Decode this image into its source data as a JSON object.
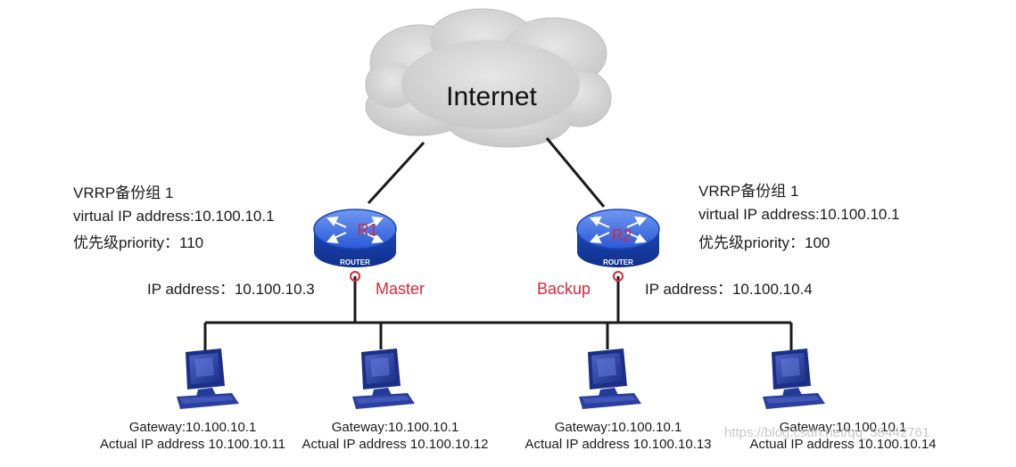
{
  "cloud": {
    "label": "Internet"
  },
  "routers": [
    {
      "name": "R1",
      "device_label": "ROUTER",
      "group": "VRRP备份组 1",
      "virtual_ip": "virtual IP address:10.100.10.1",
      "priority": "优先级priority：110",
      "ip": "IP address：10.100.10.3",
      "role": "Master"
    },
    {
      "name": "R2",
      "device_label": "ROUTER",
      "group": "VRRP备份组 1",
      "virtual_ip": "virtual IP address:10.100.10.1",
      "priority": "优先级priority：100",
      "ip": "IP address：10.100.10.4",
      "role": "Backup"
    }
  ],
  "hosts": [
    {
      "gateway": "Gateway:10.100.10.1",
      "actual_ip": "Actual IP address 10.100.10.11"
    },
    {
      "gateway": "Gateway:10.100.10.1",
      "actual_ip": "Actual IP address 10.100.10.12"
    },
    {
      "gateway": "Gateway:10.100.10.1",
      "actual_ip": "Actual IP address 10.100.10.13"
    },
    {
      "gateway": "Gateway:10.100.10.1",
      "actual_ip": "Actual IP address 10.100.10.14"
    }
  ],
  "watermark": "https://blog.csdn.net/qq_38442761",
  "colors": {
    "router_blue": "#1f4fc8",
    "host_blue": "#2a3f9e",
    "cloud_gray": "#d6d6d6",
    "role_red": "#d8283a",
    "line": "#1a1a1a"
  }
}
